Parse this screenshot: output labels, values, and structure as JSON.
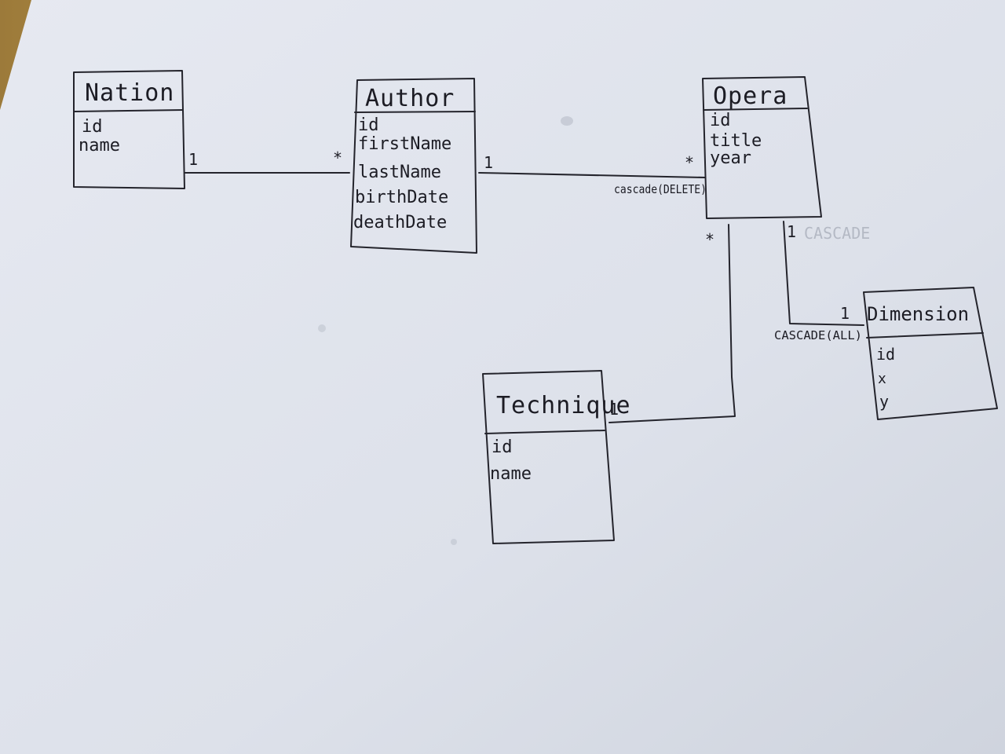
{
  "diagram": {
    "entities": [
      {
        "id": "nation",
        "title": "Nation",
        "attributes": [
          "id",
          "name"
        ]
      },
      {
        "id": "author",
        "title": "Author",
        "attributes": [
          "id",
          "firstName",
          "lastName",
          "birthDate",
          "deathDate"
        ]
      },
      {
        "id": "opera",
        "title": "Opera",
        "attributes": [
          "id",
          "title",
          "year"
        ]
      },
      {
        "id": "dimension",
        "title": "Dimension",
        "attributes": [
          "id",
          "x",
          "y"
        ]
      },
      {
        "id": "technique",
        "title": "Technique",
        "attributes": [
          "id",
          "name"
        ]
      }
    ],
    "relations": [
      {
        "from": "nation",
        "to": "author",
        "from_mult": "1",
        "to_mult": "*",
        "label": ""
      },
      {
        "from": "author",
        "to": "opera",
        "from_mult": "1",
        "to_mult": "*",
        "label": "cascade(DELETE)"
      },
      {
        "from": "opera",
        "to": "dimension",
        "from_mult": "1",
        "to_mult": "1",
        "label": "CASCADE(ALL)"
      },
      {
        "from": "opera",
        "to": "technique",
        "from_mult": "*",
        "to_mult": "1",
        "label": ""
      }
    ],
    "faint_text": "CASCADE"
  },
  "colors": {
    "paper": "#dfe3ec",
    "ink": "#24242c",
    "background": "#5a5040"
  }
}
